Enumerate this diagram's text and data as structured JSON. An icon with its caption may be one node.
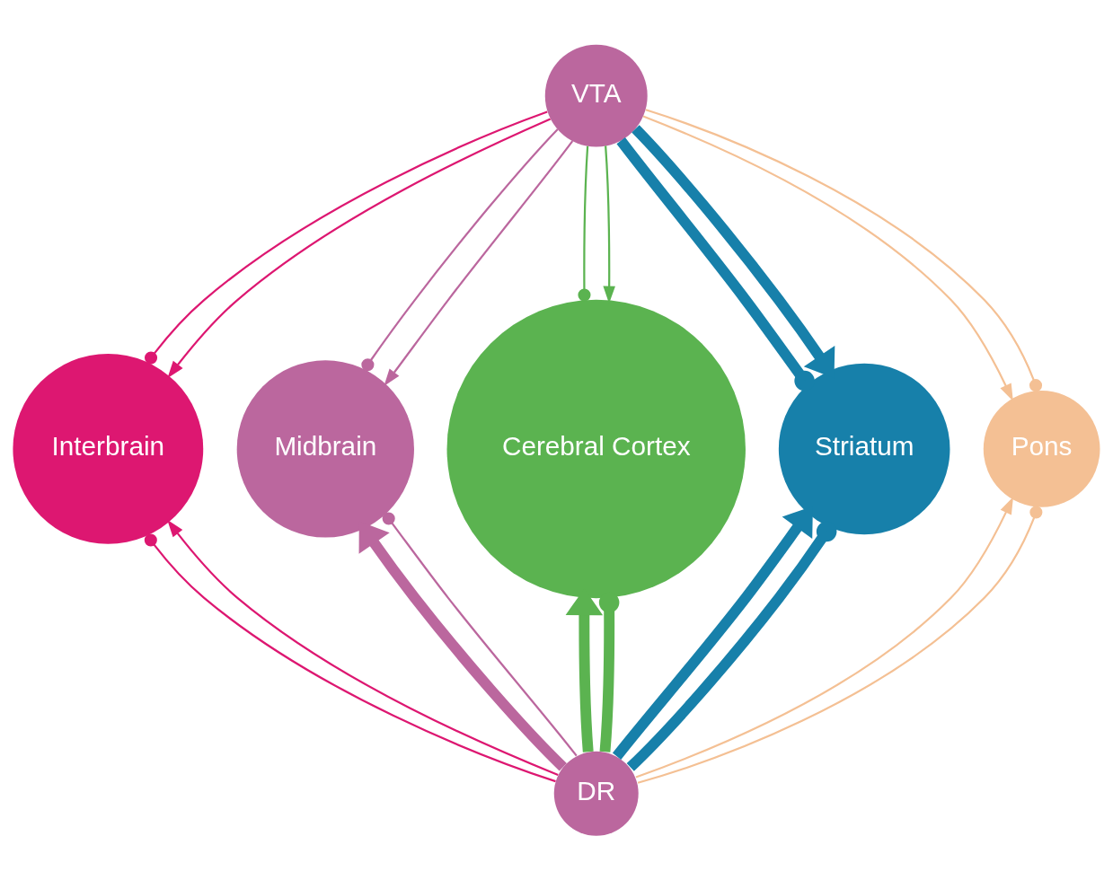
{
  "diagram": {
    "nodes": [
      {
        "text": [
          "VTA"
        ]
      },
      {
        "text": [
          "Interbrain"
        ]
      },
      {
        "text": [
          "Midbrain"
        ]
      },
      {
        "text": [
          "Cerebral Cortex"
        ]
      },
      {
        "text": [
          "Striatum"
        ]
      },
      {
        "text": [
          "Pons"
        ]
      },
      {
        "text": [
          "DR"
        ]
      }
    ],
    "edges": [
      {
        "from": 0,
        "to": 1,
        "arrow": "other",
        "color": "#dd1771"
      },
      {
        "from": 0,
        "to": 1,
        "arrow": "to",
        "color": "#dd1771"
      },
      {
        "from": 0,
        "to": 2,
        "arrow": "other",
        "color": "#bb679e"
      },
      {
        "from": 0,
        "to": 2,
        "arrow": "to",
        "color": "#bb679e"
      },
      {
        "from": 0,
        "to": 3,
        "arrow": "other",
        "color": "#5bb350"
      },
      {
        "from": 0,
        "to": 3,
        "arrow": "to",
        "color": "#5bb350"
      },
      {
        "from": 0,
        "to": 4,
        "arrow": "other",
        "style": "thick",
        "color": "#1780aa"
      },
      {
        "from": 0,
        "to": 4,
        "arrow": "to",
        "style": "thick",
        "color": "#1780aa"
      },
      {
        "from": 0,
        "to": 5,
        "arrow": "to",
        "color": "#f4c094"
      },
      {
        "from": 0,
        "to": 5,
        "arrow": "other",
        "color": "#f4c094"
      },
      {
        "from": 6,
        "to": 1,
        "arrow": "other",
        "color": "#dd1771"
      },
      {
        "from": 6,
        "to": 1,
        "arrow": "to",
        "color": "#dd1771"
      },
      {
        "from": 6,
        "to": 2,
        "arrow": "to",
        "style": "thick",
        "color": "#bb679e"
      },
      {
        "from": 6,
        "to": 2,
        "arrow": "other",
        "color": "#bb679e"
      },
      {
        "from": 6,
        "to": 3,
        "arrow": "to",
        "style": "thick",
        "color": "#5bb350"
      },
      {
        "from": 6,
        "to": 3,
        "arrow": "other",
        "style": "thick",
        "color": "#5bb350"
      },
      {
        "from": 6,
        "to": 4,
        "arrow": "to",
        "style": "thick",
        "color": "#1780aa"
      },
      {
        "from": 6,
        "to": 4,
        "arrow": "other",
        "style": "thick",
        "color": "#1780aa"
      },
      {
        "from": 6,
        "to": 5,
        "arrow": "to",
        "color": "#f4c094"
      },
      {
        "from": 6,
        "to": 5,
        "arrow": "other",
        "color": "#f4c094"
      }
    ]
  }
}
